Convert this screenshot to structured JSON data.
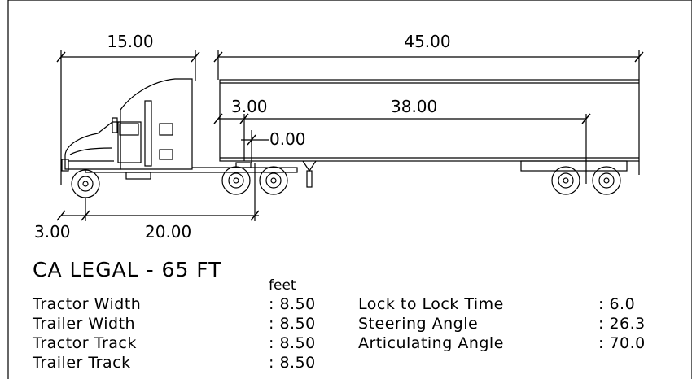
{
  "dimensions": {
    "tractor_length": "15.00",
    "trailer_length": "45.00",
    "kingpin_offset": "3.00",
    "kingpin_to_axle": "38.00",
    "fifth_wheel_offset": "0.00",
    "front_overhang": "3.00",
    "wheelbase": "20.00"
  },
  "title": "CA LEGAL - 65 FT",
  "units": "feet",
  "specs_left": [
    {
      "label": "Tractor Width",
      "value": ": 8.50"
    },
    {
      "label": "Trailer Width",
      "value": ": 8.50"
    },
    {
      "label": "Tractor Track",
      "value": ": 8.50"
    },
    {
      "label": "Trailer Track",
      "value": ": 8.50"
    }
  ],
  "specs_right": [
    {
      "label": "Lock to Lock Time",
      "value": ": 6.0"
    },
    {
      "label": "Steering Angle",
      "value": ": 26.3"
    },
    {
      "label": "Articulating Angle",
      "value": ": 70.0"
    }
  ]
}
